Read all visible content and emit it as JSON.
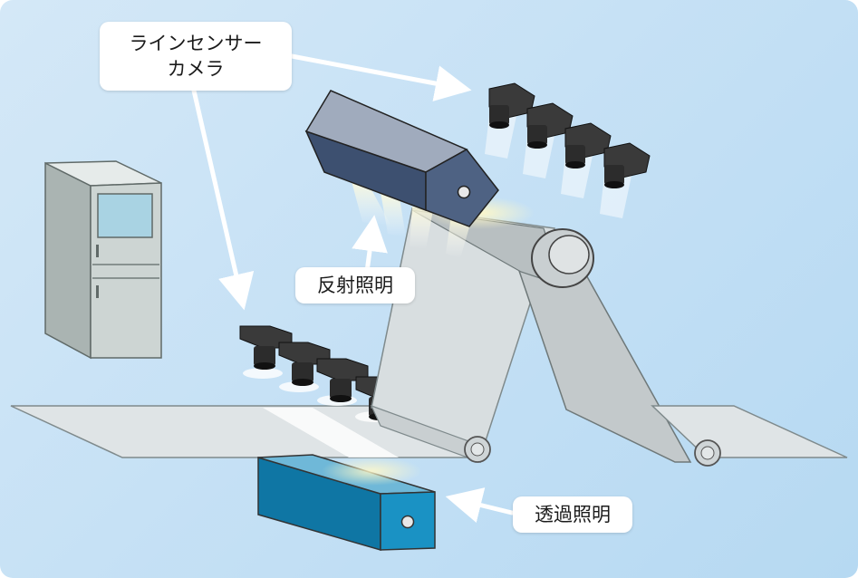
{
  "labels": {
    "line_sensor_camera": [
      "ラインセンサー",
      "カメラ"
    ],
    "reflected_lighting": "反射照明",
    "transmitted_lighting": "透過照明"
  },
  "colors": {
    "background": "#c6e1f5",
    "web_material": "#dfe4e6",
    "reflected_light_housing": "#4e6283",
    "transmitted_light_housing": "#1384b4",
    "camera_body": "#2c2c2c",
    "cabinet": "#cdd5d3"
  },
  "components": {
    "cameras_upper_count": 4,
    "cameras_lower_count": 4
  }
}
